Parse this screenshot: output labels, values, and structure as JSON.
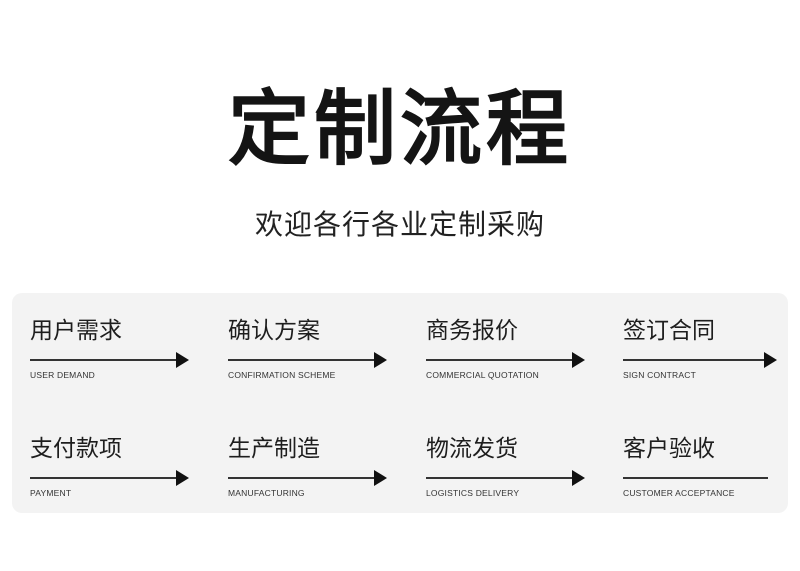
{
  "header": {
    "title": "定制流程",
    "subtitle": "欢迎各行各业定制采购"
  },
  "process": {
    "row1": [
      {
        "cn": "用户需求",
        "en": "USER DEMAND"
      },
      {
        "cn": "确认方案",
        "en": "CONFIRMATION SCHEME"
      },
      {
        "cn": "商务报价",
        "en": "COMMERCIAL QUOTATION"
      },
      {
        "cn": "签订合同",
        "en": "SIGN CONTRACT"
      }
    ],
    "row2": [
      {
        "cn": "支付款项",
        "en": "PAYMENT"
      },
      {
        "cn": "生产制造",
        "en": "MANUFACTURING"
      },
      {
        "cn": "物流发货",
        "en": "LOGISTICS DELIVERY"
      },
      {
        "cn": "客户验收",
        "en": "CUSTOMER ACCEPTANCE"
      }
    ]
  },
  "colors": {
    "panel_background": "#f3f3f3",
    "text": "#1a1a1a",
    "arrow": "#111111"
  },
  "icons": [
    "arrow-right-icon"
  ]
}
